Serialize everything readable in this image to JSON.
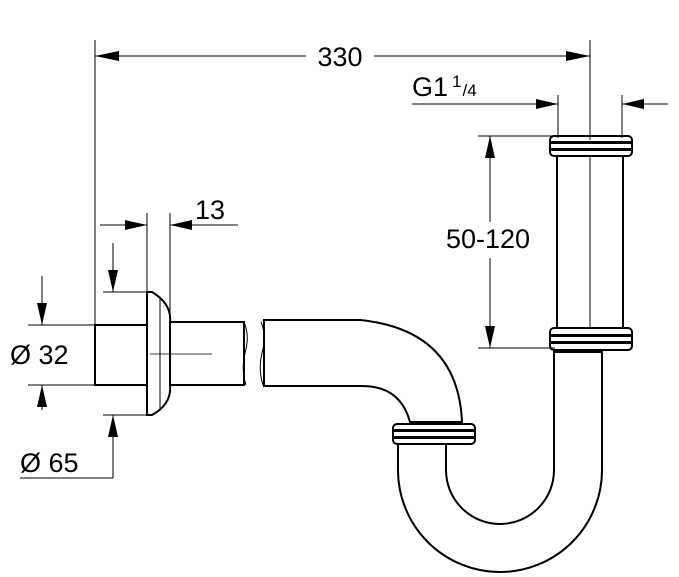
{
  "dimensions": {
    "overall_length": "330",
    "thread_main": "G1",
    "thread_sup": "1",
    "thread_sub": "/4",
    "flange_thickness": "13",
    "height_range": "50-120",
    "pipe_diameter": "Ø 32",
    "rosette_diameter": "Ø 65"
  }
}
